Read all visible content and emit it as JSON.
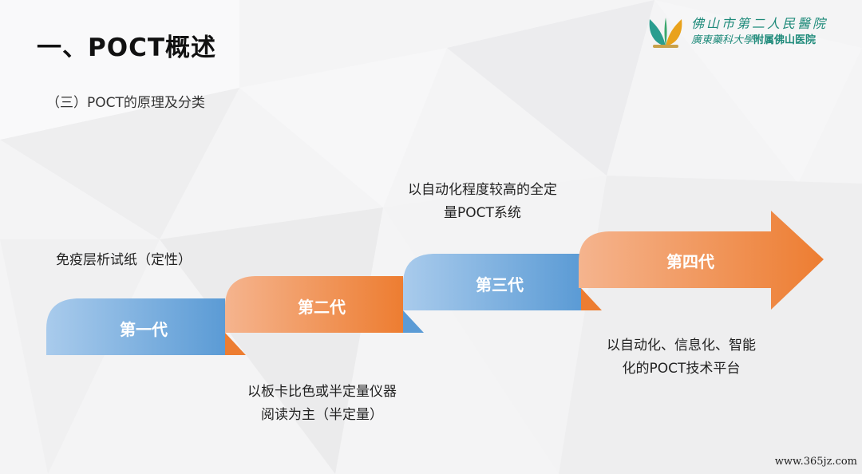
{
  "slide": {
    "title": "一、POCT概述",
    "subtitle": "（三）POCT的原理及分类"
  },
  "logo": {
    "line1": "佛山市第二人民醫院",
    "line2_left": "廣東藥科大學",
    "line2_right": "附属佛山医院"
  },
  "generations": [
    {
      "label": "第一代",
      "description": [
        "免疫层析试纸（定性）"
      ]
    },
    {
      "label": "第二代",
      "description": [
        "以板卡比色或半定量仪器",
        "阅读为主（半定量）"
      ]
    },
    {
      "label": "第三代",
      "description": [
        "以自动化程度较高的全定",
        "量POCT系统"
      ]
    },
    {
      "label": "第四代",
      "description": [
        "以自动化、信息化、智能",
        "化的POCT技术平台"
      ]
    }
  ],
  "watermark": "www.365jz.com",
  "colors": {
    "blue": "#5b9bd5",
    "blue_light": "#a8c9ea",
    "orange": "#ed7d31",
    "orange_light": "#f4b08a",
    "brand_teal": "#1e8a7a"
  }
}
